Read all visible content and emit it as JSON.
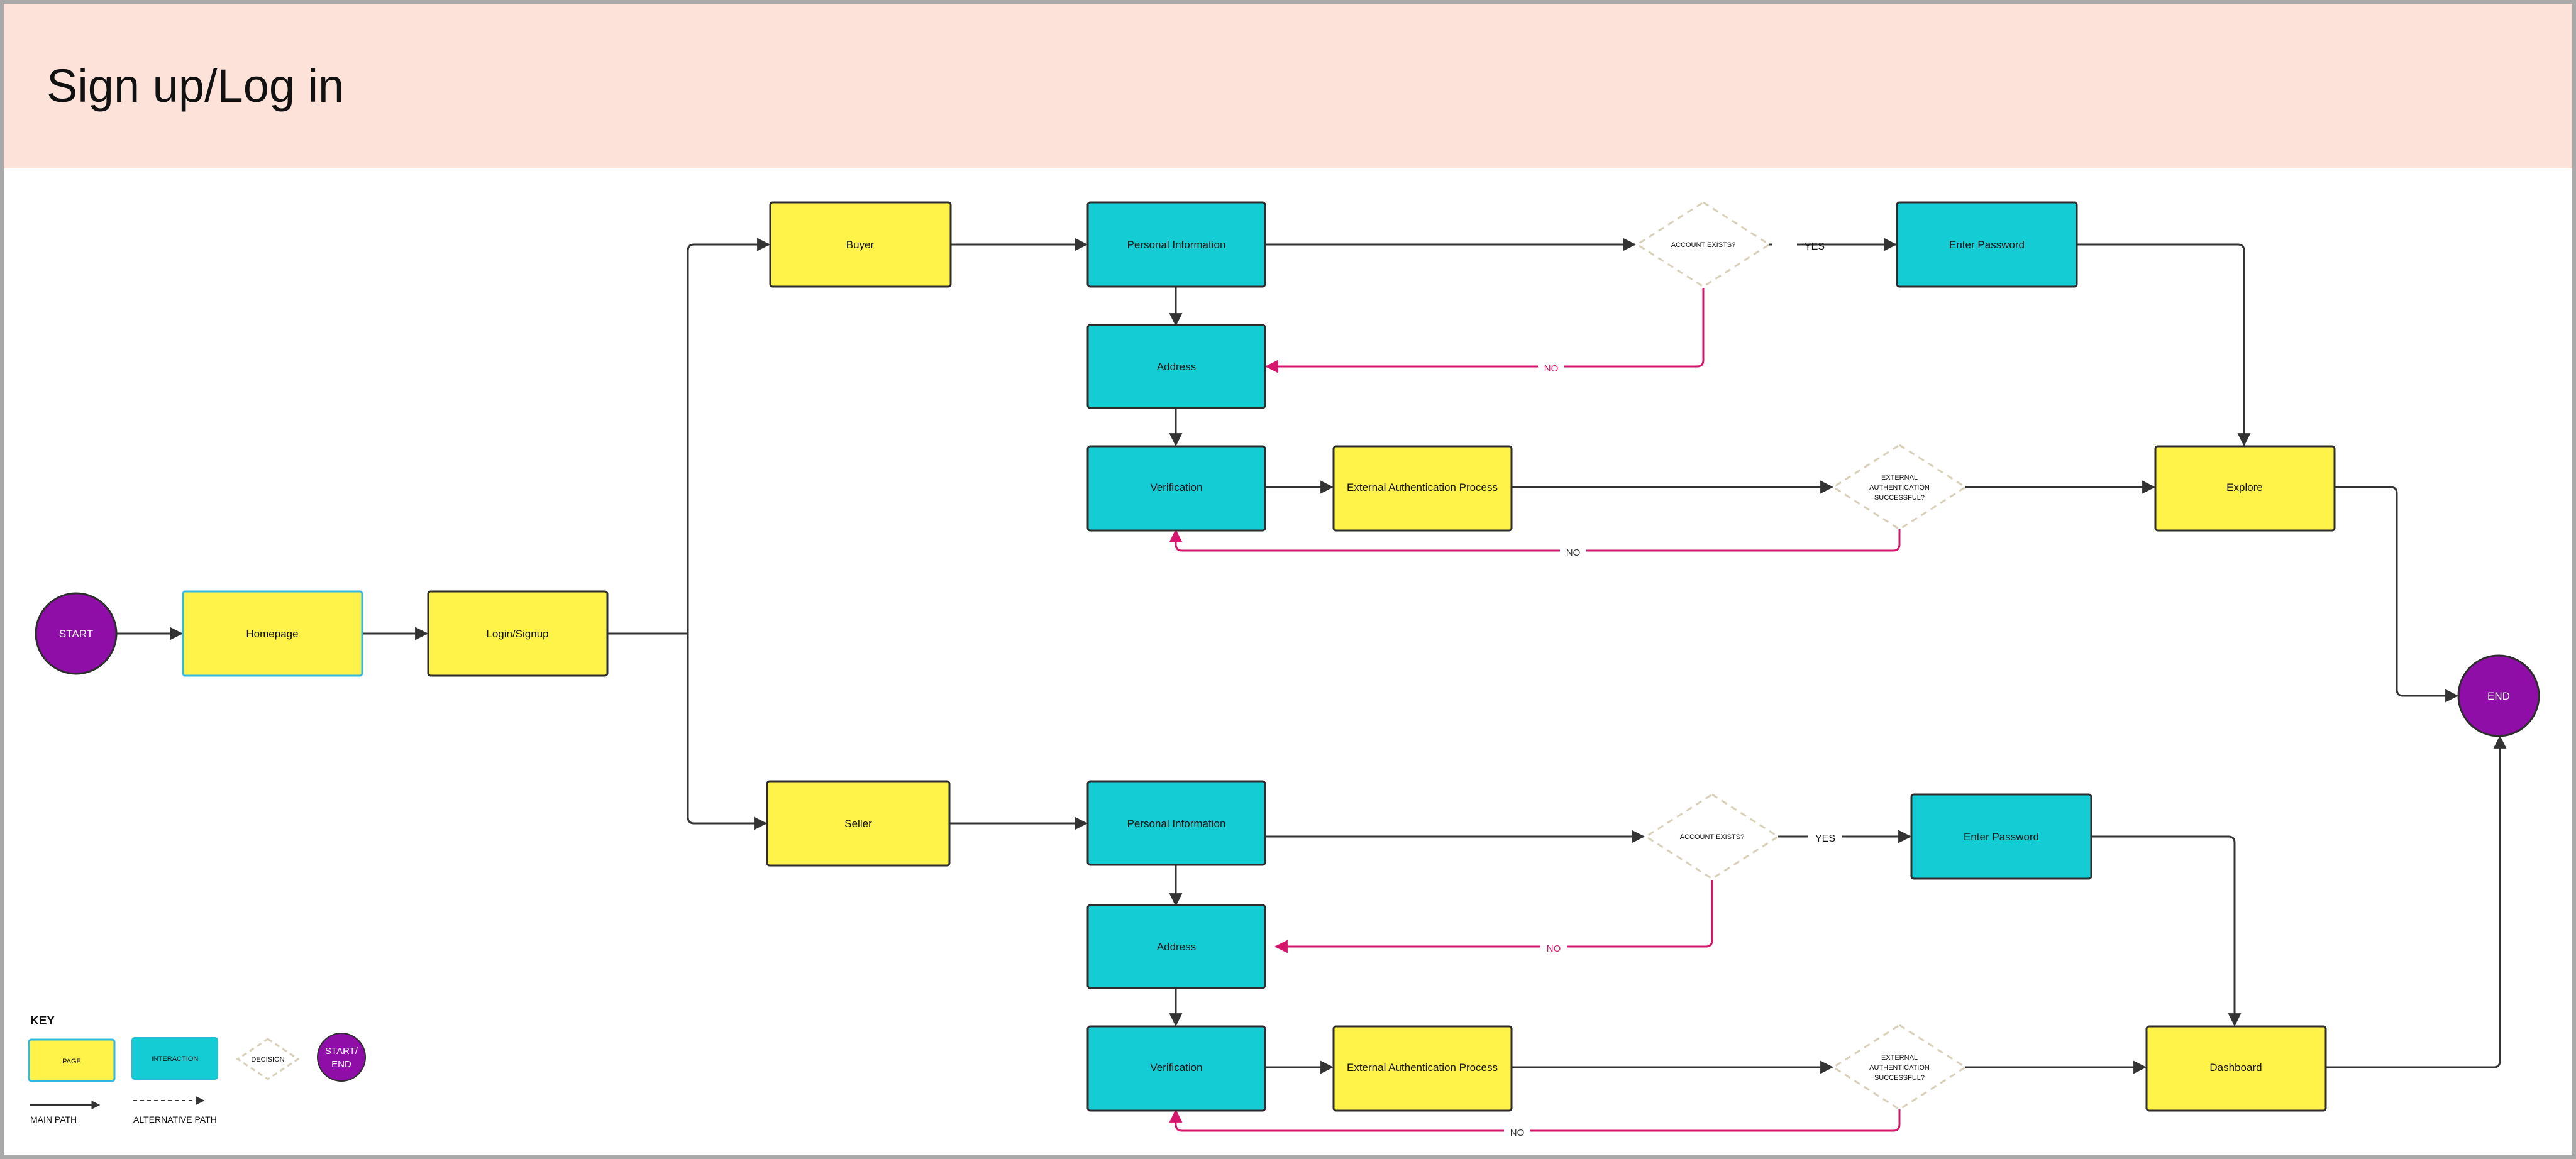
{
  "header": {
    "title": "Sign up/Log in"
  },
  "colors": {
    "page": "#fff34a",
    "interaction": "#14cdd4",
    "start_end": "#8e0ea7",
    "negative_path": "#d6166c",
    "main_path": "#333333",
    "header_bg": "#fde2d9",
    "decision_border": "#d8d0b8"
  },
  "nodes": {
    "start": "START",
    "end": "END",
    "homepage": "Homepage",
    "login_signup": "Login/Signup",
    "buyer": "Buyer",
    "seller": "Seller",
    "buyer_personal_info": "Personal Information",
    "buyer_address": "Address",
    "buyer_verification": "Verification",
    "buyer_ext_auth": "External Authentication Process",
    "buyer_account_exists": "ACCOUNT EXISTS?",
    "buyer_ext_auth_success": [
      "EXTERNAL",
      "AUTHENTICATION",
      "SUCCESSFUL?"
    ],
    "buyer_enter_password": "Enter Password",
    "explore": "Explore",
    "seller_personal_info": "Personal Information",
    "seller_address": "Address",
    "seller_verification": "Verification",
    "seller_ext_auth": "External Authentication Process",
    "seller_account_exists": "ACCOUNT EXISTS?",
    "seller_ext_auth_success": [
      "EXTERNAL",
      "AUTHENTICATION",
      "SUCCESSFUL?"
    ],
    "seller_enter_password": "Enter Password",
    "dashboard": "Dashboard"
  },
  "edge_labels": {
    "yes": "YES",
    "no": "NO"
  },
  "key": {
    "title": "KEY",
    "page": "PAGE",
    "interaction": "INTERACTION",
    "decision": "DECISION",
    "start_end": [
      "START/",
      "END"
    ],
    "main_path": "MAIN PATH",
    "alternative_path": "ALTERNATIVE PATH"
  }
}
